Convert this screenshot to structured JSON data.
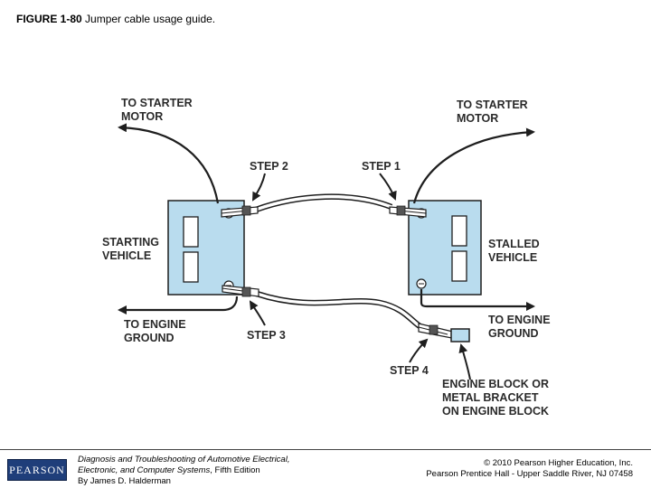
{
  "figure": {
    "number": "FIGURE 1-80",
    "caption": "Jumper cable usage guide."
  },
  "labels": {
    "to_starter_left_1": "TO STARTER",
    "to_starter_left_2": "MOTOR",
    "to_starter_right_1": "TO STARTER",
    "to_starter_right_2": "MOTOR",
    "step1": "STEP 1",
    "step2": "STEP 2",
    "step3": "STEP 3",
    "step4": "STEP 4",
    "starting_1": "STARTING",
    "starting_2": "VEHICLE",
    "stalled_1": "STALLED",
    "stalled_2": "VEHICLE",
    "ground_left_1": "TO ENGINE",
    "ground_left_2": "GROUND",
    "ground_right_1": "TO ENGINE",
    "ground_right_2": "GROUND",
    "block_1": "ENGINE BLOCK OR",
    "block_2": "METAL BRACKET",
    "block_3": "ON ENGINE BLOCK"
  },
  "footer": {
    "logo": "PEARSON",
    "book_title_1": "Diagnosis and Troubleshooting of Automotive Electrical,",
    "book_title_2": "Electronic, and Computer Systems",
    "edition": ", Fifth Edition",
    "author": "By James D. Halderman",
    "copyright_1": "© 2010 Pearson Higher Education, Inc.",
    "copyright_2": "Pearson Prentice Hall - Upper Saddle River, NJ 07458"
  },
  "colors": {
    "battery_fill": "#b9dcee",
    "line": "#1e1e1e",
    "logo_bg": "#1f3e7a"
  }
}
